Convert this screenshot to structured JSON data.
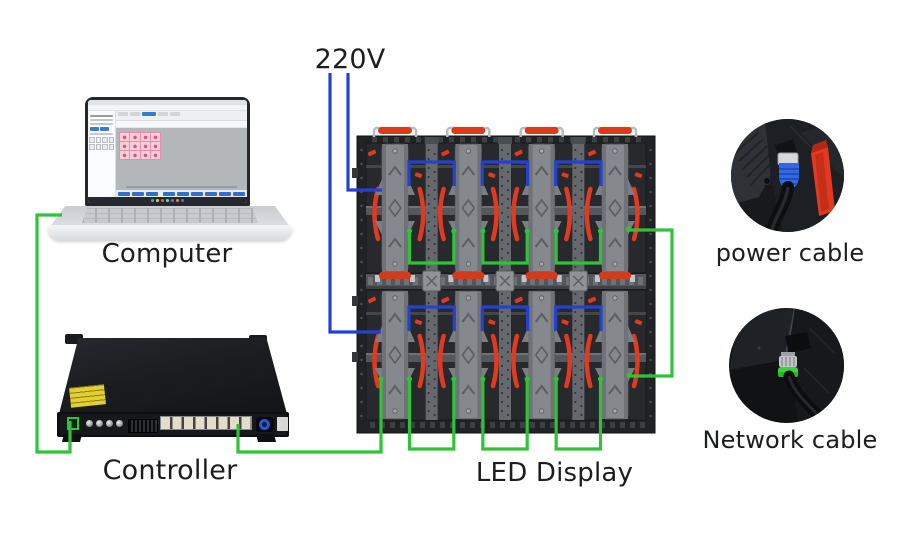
{
  "labels": {
    "computer": "Computer",
    "controller": "Controller",
    "led_display": "LED Display",
    "power_cable": "power cable",
    "network_cable": "Network cable",
    "voltage": "220V"
  },
  "colors": {
    "signal_green": "#2fc337",
    "power_blue": "#2442d2",
    "cable_red": "#e23a20",
    "panel_dark": "#27292d",
    "panel_frame": "#1a1c1f",
    "bar_gray": "#85888c",
    "text": "#1c1d1f"
  },
  "display": {
    "rows": 2,
    "cols": 4
  }
}
